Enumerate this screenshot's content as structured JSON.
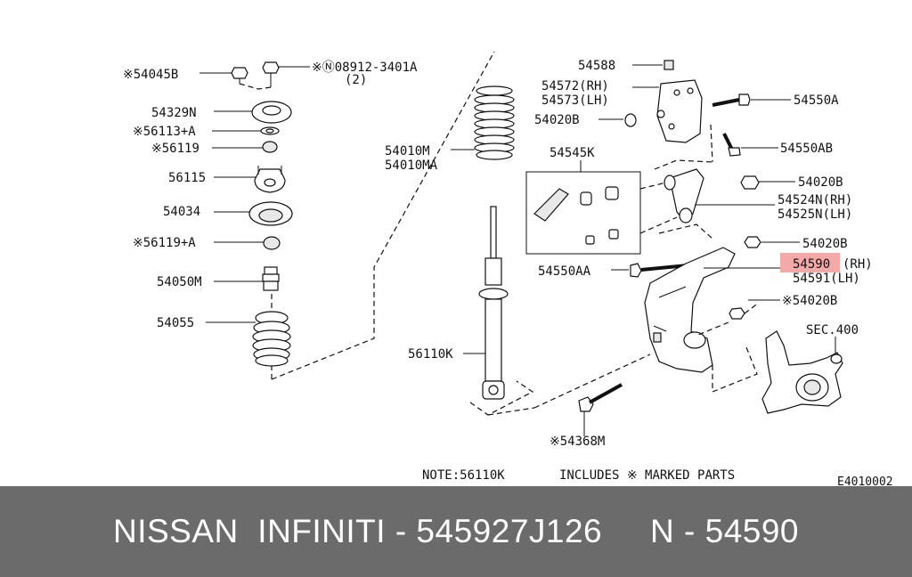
{
  "labels": {
    "p54045B": "※54045B",
    "p08912": "※Ⓝ08912-3401A",
    "p08912_qty": "(2)",
    "p54329N": "54329N",
    "p56113": "※56113+A",
    "p56119": "※56119",
    "p56115": "56115",
    "p54034": "54034",
    "p56119A": "※56119+A",
    "p54050M": "54050M",
    "p54055": "54055",
    "p54010M": "54010M",
    "p54010MA": "54010MA",
    "p56110K": "56110K",
    "p54588": "54588",
    "p54572": "54572(RH)",
    "p54573": "54573(LH)",
    "p54020B_a": "54020B",
    "p54550A": "54550A",
    "p54545K": "54545K",
    "p54550AB": "54550AB",
    "p54020B_b": "54020B",
    "p54524N": "54524N(RH)",
    "p54525N": "54525N(LH)",
    "p54020B_c": "54020B",
    "p54550AA": "54550AA",
    "p54590": "54590",
    "p54590_side": "(RH)",
    "p54591": "54591(LH)",
    "p54020B_d": "※54020B",
    "sec400": "SEC.400",
    "p54368M": "※54368M"
  },
  "notes": {
    "note": "NOTE:56110K",
    "includes": "INCLUDES ※ MARKED PARTS",
    "figure_code": "E4010002"
  },
  "highlight_color": "#f08c8c",
  "banner": {
    "text": "NISSAN  INFINITI - 545927J126     N - 54590",
    "background": "#6b6b6b"
  }
}
